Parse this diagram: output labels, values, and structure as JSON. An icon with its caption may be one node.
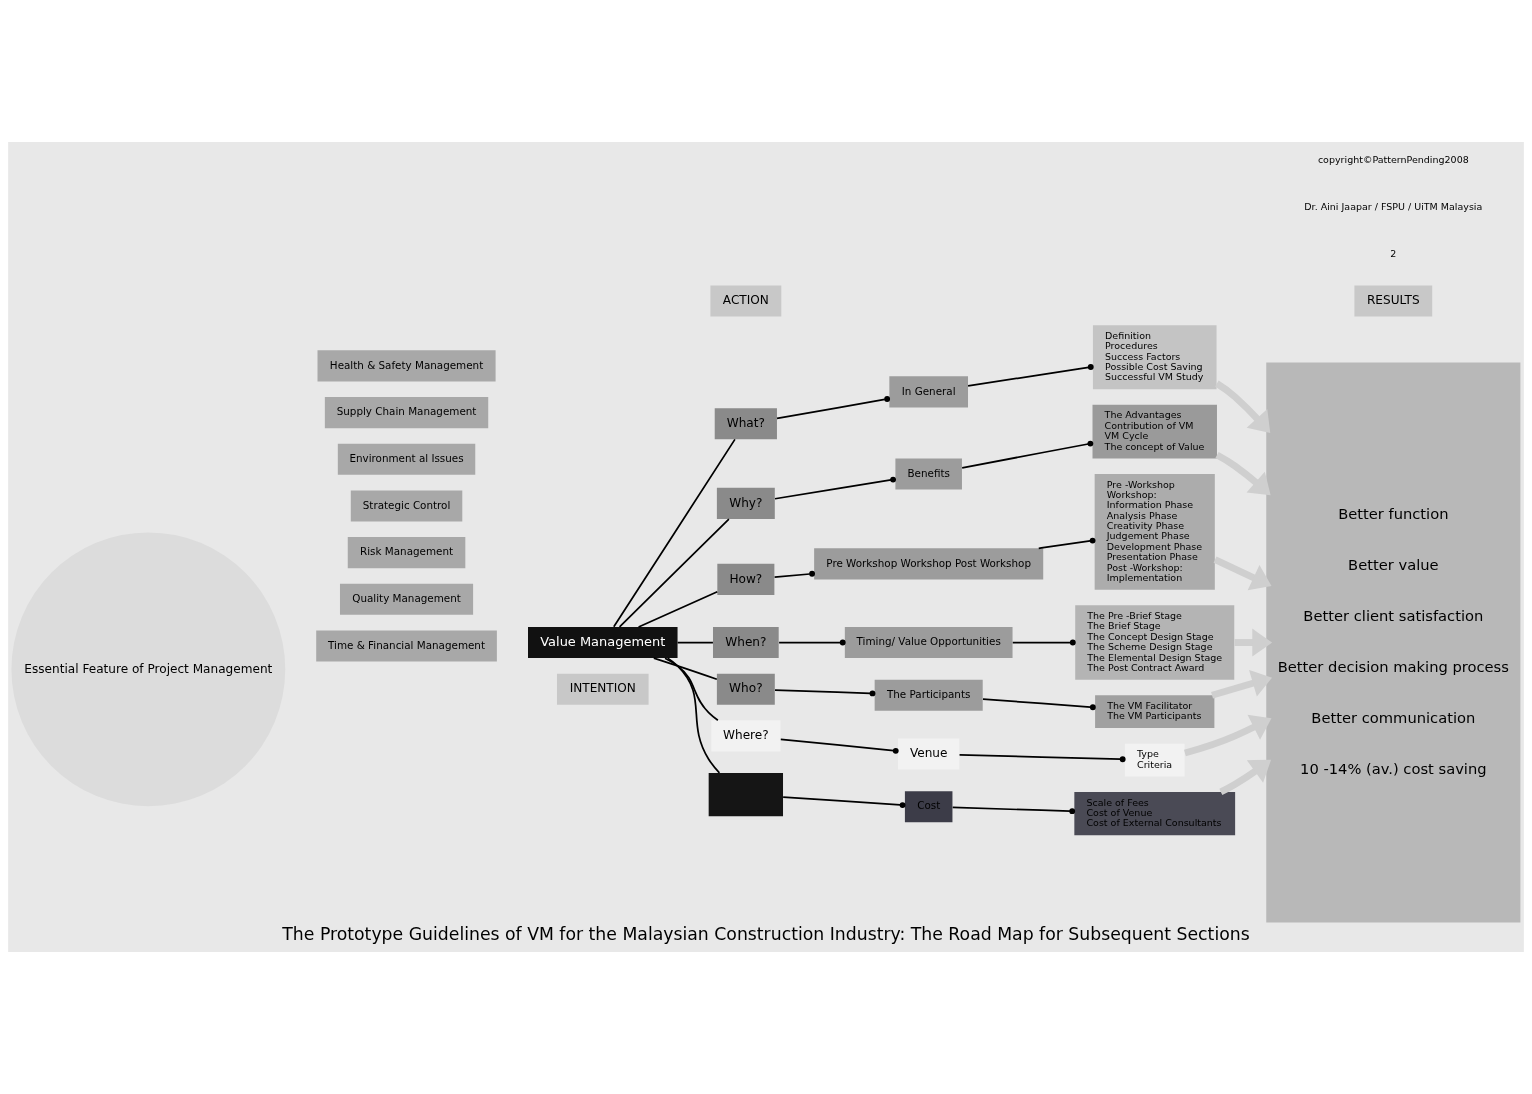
{
  "diagram": {
    "title": "The Prototype Guidelines of VM for the Malaysian Construction Industry: The Road Map for Subsequent Sections",
    "nodes": [
      {
        "text": [
          "Time & Financial Management"
        ]
      },
      {
        "text": [
          "Quality Management"
        ]
      },
      {
        "text": [
          "Risk Management"
        ]
      },
      {
        "text": [
          "Essential Feature of Project Management"
        ]
      },
      {
        "text": [
          "Strategic Control"
        ]
      },
      {
        "text": [
          "Environment al Issues"
        ]
      },
      {
        "text": [
          "Supply Chain Management"
        ]
      },
      {
        "text": [
          "Value Management"
        ]
      },
      {
        "text": [
          "Health & Safety Management"
        ]
      },
      {
        "text": [
          "What?"
        ]
      },
      {
        "text": [
          "In General"
        ]
      },
      {
        "text": [
          "Definition",
          "Procedures",
          "Success Factors",
          "Possible Cost Saving",
          "Successful VM Study"
        ]
      },
      {
        "text": [
          "Why?"
        ]
      },
      {
        "text": [
          "Benefits"
        ]
      },
      {
        "text": [
          "The Advantages",
          "Contribution of VM",
          "VM Cycle",
          "The concept of Value"
        ]
      },
      {
        "text": [
          "How?"
        ]
      },
      {
        "text": [
          "Pre Workshop Workshop Post Workshop"
        ]
      },
      {
        "text": [
          "Pre -Workshop",
          "Workshop:",
          "Information Phase",
          "Analysis Phase",
          "Creativity Phase",
          "Judgement Phase",
          "Development Phase",
          "Presentation Phase",
          "Post -Workshop:",
          "Implementation"
        ]
      },
      {
        "text": [
          "When?"
        ]
      },
      {
        "text": [
          "Timing/ Value Opportunities"
        ]
      },
      {
        "text": [
          "The Pre -Brief Stage",
          "The Brief Stage",
          "The Concept Design Stage",
          "The Scheme Design Stage",
          "The Elemental Design Stage",
          "The Post Contract Award"
        ]
      },
      {
        "text": [
          "Who?"
        ]
      },
      {
        "text": [
          "The Participants"
        ]
      },
      {
        "text": [
          "The VM Facilitator",
          "The VM Participants"
        ]
      },
      {
        "text": [
          "Where?"
        ]
      },
      {
        "text": [
          "Venue"
        ]
      },
      {
        "text": [
          "Type",
          "Criteria"
        ]
      },
      {
        "text": [],
        "shape": "box"
      },
      {
        "text": [
          "Cost"
        ]
      },
      {
        "text": [
          "Scale of Fees",
          "Cost of Venue",
          "Cost of External Consultants"
        ]
      },
      {
        "text": [
          "Better function",
          "Better value",
          "Better client satisfaction",
          "Better decision making process",
          "Better communication",
          "10 -14% (av.) cost saving"
        ]
      },
      {
        "text": [
          "INTENTION"
        ]
      },
      {
        "text": [
          "ACTION"
        ]
      },
      {
        "text": [
          "RESULTS"
        ]
      }
    ],
    "edges": [
      {
        "from": 7,
        "to": 9,
        "arrow": "none"
      },
      {
        "from": 7,
        "to": 12,
        "arrow": "none"
      },
      {
        "from": 7,
        "to": 15,
        "arrow": "none"
      },
      {
        "from": 7,
        "to": 18,
        "arrow": "none"
      },
      {
        "from": 7,
        "to": 21,
        "arrow": "none"
      },
      {
        "from": 7,
        "to": 24,
        "arrow": "none"
      },
      {
        "from": 7,
        "to": 27,
        "arrow": "none"
      },
      {
        "from": 9,
        "to": 10,
        "arrow": "other"
      },
      {
        "from": 10,
        "to": 11,
        "arrow": "other"
      },
      {
        "from": 12,
        "to": 13,
        "arrow": "other"
      },
      {
        "from": 13,
        "to": 14,
        "arrow": "other"
      },
      {
        "from": 15,
        "to": 16,
        "arrow": "other"
      },
      {
        "from": 16,
        "to": 17,
        "arrow": "other"
      },
      {
        "from": 18,
        "to": 19,
        "arrow": "other"
      },
      {
        "from": 19,
        "to": 20,
        "arrow": "other"
      },
      {
        "from": 21,
        "to": 22,
        "arrow": "other"
      },
      {
        "from": 22,
        "to": 23,
        "arrow": "other"
      },
      {
        "from": 24,
        "to": 25,
        "arrow": "other"
      },
      {
        "from": 25,
        "to": 26,
        "arrow": "other"
      },
      {
        "from": 27,
        "to": 28,
        "arrow": "other"
      },
      {
        "from": 28,
        "to": 29,
        "arrow": "other"
      },
      {
        "from": 11,
        "to": 30,
        "arrow": "to",
        "style": "thick",
        "color": "#cfcfcf"
      },
      {
        "from": 14,
        "to": 30,
        "arrow": "to",
        "style": "thick",
        "color": "#cfcfcf"
      },
      {
        "from": 17,
        "to": 30,
        "arrow": "to",
        "style": "thick",
        "color": "#cfcfcf"
      },
      {
        "from": 20,
        "to": 30,
        "arrow": "to",
        "style": "thick",
        "color": "#cfcfcf"
      },
      {
        "from": 23,
        "to": 30,
        "arrow": "to",
        "style": "thick",
        "color": "#cfcfcf"
      },
      {
        "from": 26,
        "to": 30,
        "arrow": "to",
        "style": "thick",
        "color": "#cfcfcf"
      },
      {
        "from": 29,
        "to": 30,
        "arrow": "to",
        "style": "thick",
        "color": "#cfcfcf"
      }
    ],
    "labels": [
      "2",
      "Dr. Aini Jaapar / FSPU / UiTM Malaysia",
      "copyright©PatternPending2008"
    ]
  }
}
